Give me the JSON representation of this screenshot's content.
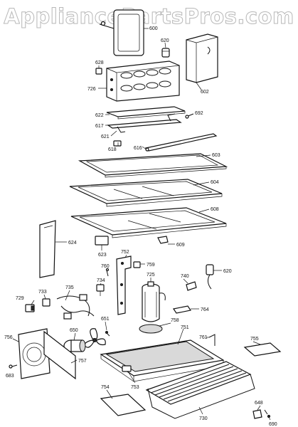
{
  "watermark": "AppliancePartsPros.com",
  "labels": {
    "l600": "600",
    "l602": "602",
    "l603": "603",
    "l604": "604",
    "l608": "608",
    "l609": "609",
    "l616": "616",
    "l617": "617",
    "l618": "618",
    "l620a": "620",
    "l620b": "620",
    "l621": "621",
    "l622": "622",
    "l623": "623",
    "l624": "624",
    "l628": "628",
    "l648": "648",
    "l650": "650",
    "l651": "651",
    "l683": "683",
    "l690": "690",
    "l692": "692",
    "l725": "725",
    "l726": "726",
    "l729": "729",
    "l730": "730",
    "l733": "733",
    "l734": "734",
    "l735": "735",
    "l740": "740",
    "l751": "751",
    "l752": "752",
    "l753": "753",
    "l754": "754",
    "l755": "755",
    "l756": "756",
    "l757": "757",
    "l758": "758",
    "l759": "759",
    "l760": "760",
    "l761": "761",
    "l764": "764"
  }
}
